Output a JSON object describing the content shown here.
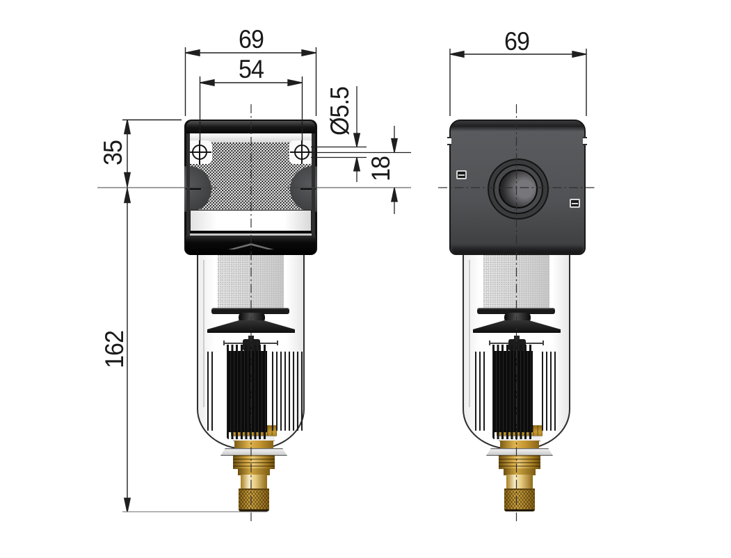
{
  "drawing": {
    "dims": {
      "width_side_view": "69",
      "hole_spacing": "54",
      "head_top_to_port_axis": "35",
      "port_axis_to_drain_bottom": "162",
      "hole_diameter": "Ø5.5",
      "hole_axis_to_port_axis": "18",
      "width_front_view": "69"
    },
    "colors": {
      "line": "#1f1f1f",
      "head_gray": "#515255",
      "brass": "#c89a33",
      "bowl_outline": "#2e2e2f"
    }
  }
}
